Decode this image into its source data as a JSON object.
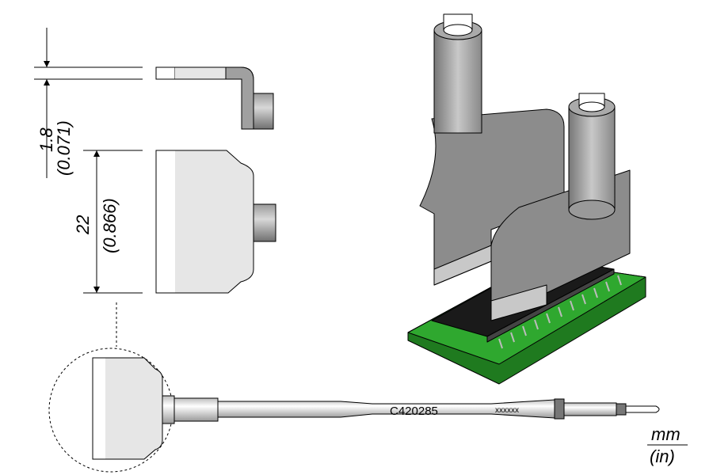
{
  "dimensions": {
    "thickness_mm": "1.8",
    "thickness_in": "(0.071)",
    "width_mm": "22",
    "width_in": "(0.866)"
  },
  "tip": {
    "part_number": "C420285",
    "serial_placeholder": "xxxxxx"
  },
  "units": {
    "primary": "mm",
    "secondary": "(in)"
  },
  "colors": {
    "pcb": "#2fa82f",
    "chip": "#1a1a1a",
    "metal": "#8c8c8c",
    "light_metal": "#e6e6e6"
  }
}
